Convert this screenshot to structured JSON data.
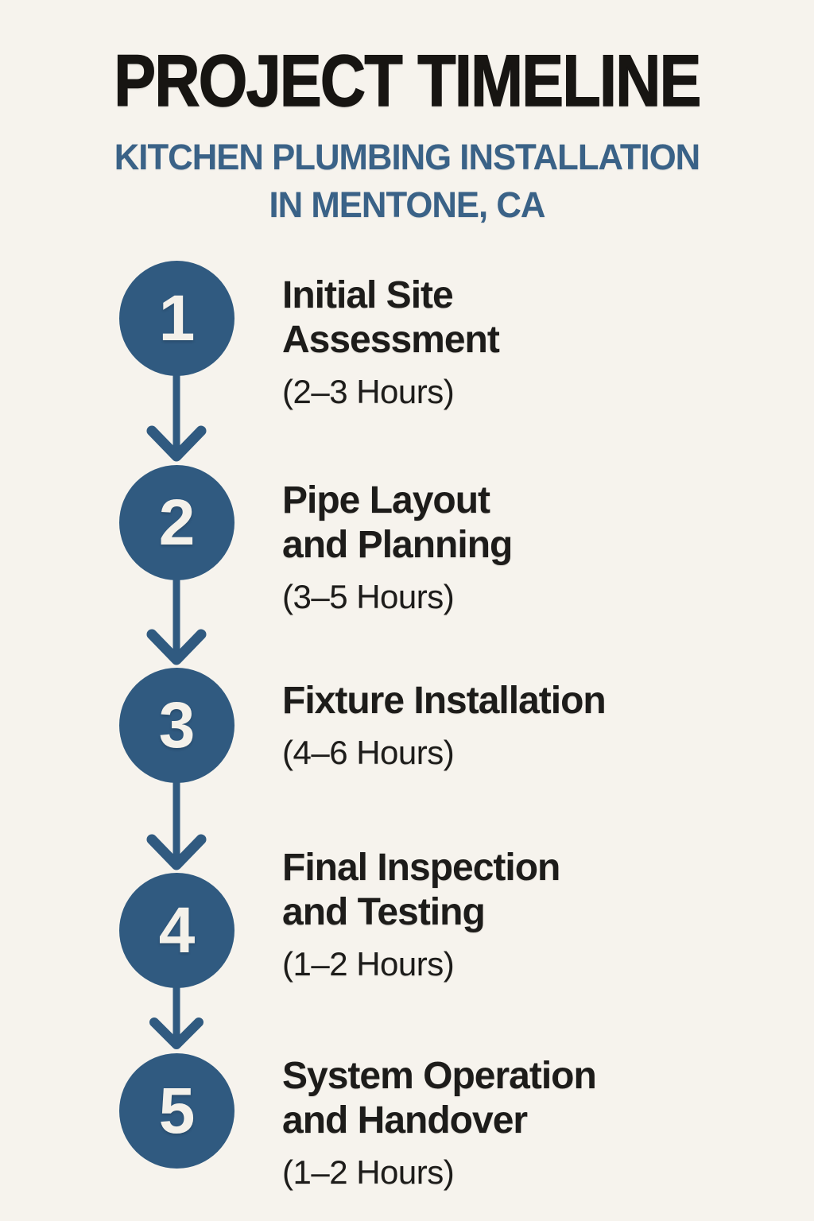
{
  "header": {
    "title": "PROJECT TIMELINE",
    "subtitle_line1": "KITCHEN PLUMBING INSTALLATION",
    "subtitle_line2": "IN MENTONE, CA"
  },
  "colors": {
    "bg": "#F6F3ED",
    "accent": "#305A80",
    "subtitle": "#3A6287",
    "title": "#171512",
    "text": "#1D1C1A",
    "number": "#F4F1EA"
  },
  "steps": [
    {
      "number": "1",
      "title_line1": "Initial Site",
      "title_line2": "Assessment",
      "duration": "(2–3 Hours)"
    },
    {
      "number": "2",
      "title_line1": "Pipe Layout",
      "title_line2": "and Planning",
      "duration": "(3–5 Hours)"
    },
    {
      "number": "3",
      "title_line1": "Fixture Installation",
      "title_line2": "",
      "duration": "(4–6 Hours)"
    },
    {
      "number": "4",
      "title_line1": "Final Inspection",
      "title_line2": "and Testing",
      "duration": "(1–2 Hours)"
    },
    {
      "number": "5",
      "title_line1": "System Operation",
      "title_line2": "and Handover",
      "duration": "(1–2 Hours)"
    }
  ]
}
